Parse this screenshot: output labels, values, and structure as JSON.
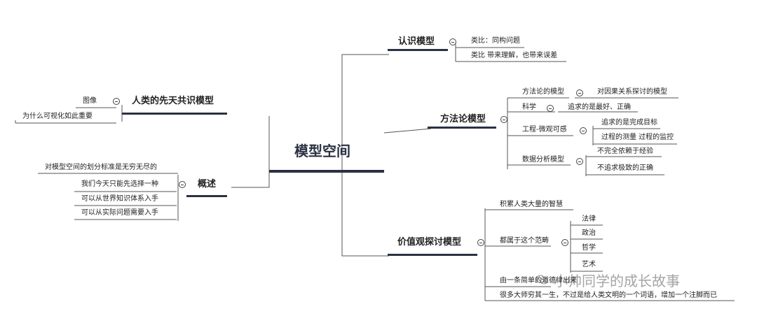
{
  "root": "模型空间",
  "branches": {
    "cognition": {
      "title": "认识模型",
      "items": [
        "类比：同构问题",
        "类比 带来理解，也带来误差"
      ]
    },
    "methodology": {
      "title": "方法论模型",
      "method_model": "方法论的模型",
      "method_detail": "对因果关系探讨的模型",
      "science": "科学",
      "science_detail": "追求的是最好、正确",
      "engineering": "工程-微观可感",
      "engineering_items": [
        "追求的是完成目标",
        "过程的测量 过程的监控"
      ],
      "data_model": "数据分析模型",
      "data_items": [
        "不完全依赖于经验",
        "不追求极致的正确"
      ]
    },
    "values": {
      "title": "价值观探讨模型",
      "wisdom": "积累人类大量的智慧",
      "category": "都属于这个范畴",
      "category_items": [
        "法律",
        "政治",
        "哲学",
        "艺术"
      ],
      "simple": "由一条简单的道德律出来",
      "masters": "很多大师穷其一生，不过是给人类文明的一个词语，增加一个注脚而已"
    },
    "innate": {
      "title": "人类的先天共识模型",
      "image": "图像",
      "why": "为什么可视化如此重要"
    },
    "overview": {
      "title": "概述",
      "infinite": "对模型空间的划分标准是无穷无尽的",
      "items": [
        "我们今天只能先选择一种",
        "可以从世界知识体系入手",
        "可以从实际问题需要入手"
      ]
    }
  },
  "watermark": "小帅同学的成长故事",
  "colors": {
    "main_bar": "#2a3142",
    "line": "#555555"
  }
}
